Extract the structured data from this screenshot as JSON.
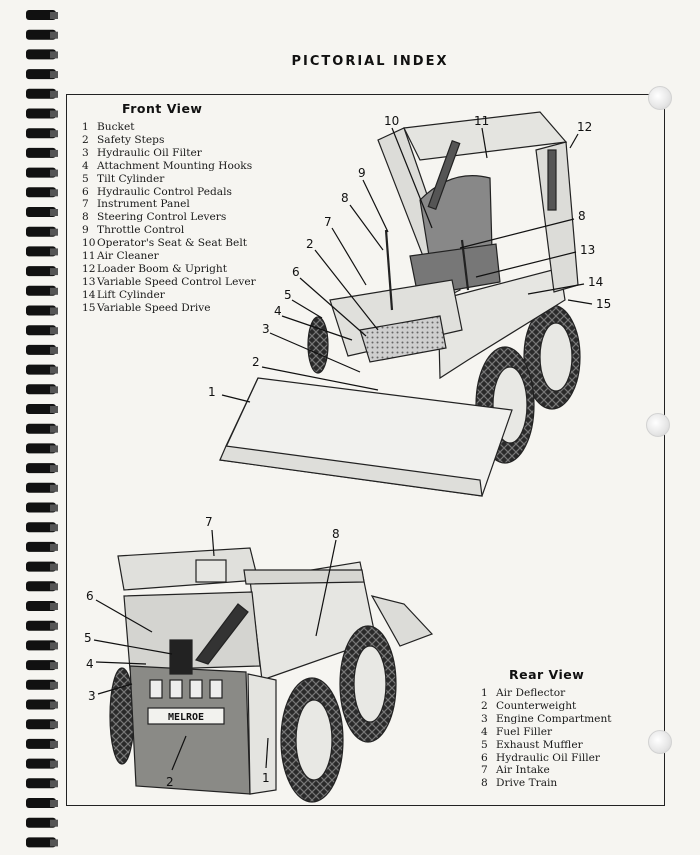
{
  "page": {
    "title": "PICTORIAL INDEX"
  },
  "front_view": {
    "heading": "Front View",
    "items": [
      {
        "num": "1",
        "label": "Bucket"
      },
      {
        "num": "2",
        "label": "Safety Steps"
      },
      {
        "num": "3",
        "label": "Hydraulic Oil Filter"
      },
      {
        "num": "4",
        "label": "Attachment Mounting Hooks"
      },
      {
        "num": "5",
        "label": "Tilt Cylinder"
      },
      {
        "num": "6",
        "label": "Hydraulic Control Pedals"
      },
      {
        "num": "7",
        "label": "Instrument Panel"
      },
      {
        "num": "8",
        "label": "Steering Control Levers"
      },
      {
        "num": "9",
        "label": "Throttle Control"
      },
      {
        "num": "10",
        "label": "Operator's Seat & Seat Belt"
      },
      {
        "num": "11",
        "label": "Air Cleaner"
      },
      {
        "num": "12",
        "label": "Loader Boom & Upright"
      },
      {
        "num": "13",
        "label": "Variable Speed Control Lever"
      },
      {
        "num": "14",
        "label": "Lift Cylinder"
      },
      {
        "num": "15",
        "label": "Variable Speed Drive"
      }
    ],
    "callouts": [
      "10",
      "11",
      "12",
      "9",
      "8",
      "7",
      "2",
      "6",
      "5",
      "4",
      "3",
      "2",
      "1",
      "8",
      "13",
      "14",
      "15"
    ]
  },
  "rear_view": {
    "heading": "Rear View",
    "items": [
      {
        "num": "1",
        "label": "Air Deflector"
      },
      {
        "num": "2",
        "label": "Counterweight"
      },
      {
        "num": "3",
        "label": "Engine Compartment"
      },
      {
        "num": "4",
        "label": "Fuel Filler"
      },
      {
        "num": "5",
        "label": "Exhaust Muffler"
      },
      {
        "num": "6",
        "label": "Hydraulic Oil Filler"
      },
      {
        "num": "7",
        "label": "Air Intake"
      },
      {
        "num": "8",
        "label": "Drive Train"
      }
    ],
    "callouts": [
      "7",
      "8",
      "6",
      "5",
      "4",
      "3",
      "2",
      "1"
    ],
    "plate_text": "MELROE"
  }
}
